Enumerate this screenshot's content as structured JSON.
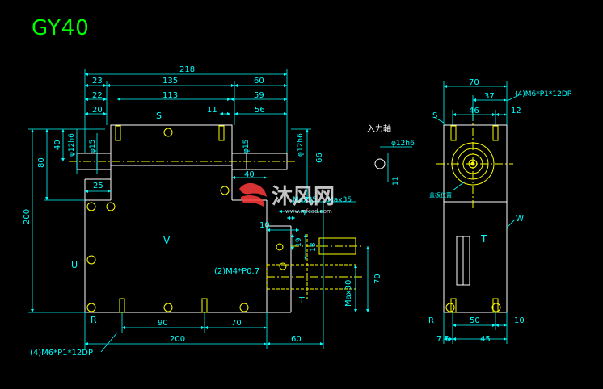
{
  "title": "GY40",
  "colors": {
    "background": "#000000",
    "outline": "#ffffff",
    "dimension": "#00ffff",
    "title": "#00ff00",
    "hidden": "#ffff00",
    "accent": "#ff3b3b",
    "watermark": "#e6e6e6"
  },
  "front_view": {
    "view_label": "V",
    "surface_u": "U",
    "surface_t": "T",
    "surface_r": "R",
    "surface_s": "S",
    "dims": {
      "overall_218": "218",
      "d23": "23",
      "d135": "135",
      "d60": "60",
      "d22": "22",
      "d113": "113",
      "d59": "59",
      "d20": "20",
      "d11": "11",
      "d56": "56",
      "phi12h6": "φ12h6",
      "phi15": "φ15",
      "phi15b": "φ15",
      "phi12h6b": "φ12h6",
      "d40_left": "40",
      "d80": "80",
      "d200_left": "200",
      "d25": "25",
      "d66": "66",
      "d40_low": "40",
      "max35a": "Max35",
      "max35b": "Max35",
      "d10": "10",
      "d5": "5",
      "d19": "19",
      "d18": "18",
      "screw_small": "(2)M4*P0.7",
      "max30": "Max30",
      "d70_vert": "70",
      "d90": "90",
      "d70": "70",
      "d200_bottom": "200",
      "d60_bottom": "60",
      "screw_bottom": "(4)M6*P1*12DP"
    }
  },
  "input_shaft": {
    "label": "入力軸",
    "phi12h6": "φ12h6",
    "d11": "11"
  },
  "side_view": {
    "surface_s": "S",
    "surface_t": "T",
    "surface_w": "W",
    "surface_r": "R",
    "note": "盖板位置",
    "dims": {
      "d70": "70",
      "d37": "37",
      "screw_top": "(4)M6*P1*12DP",
      "d46": "46",
      "d12": "12",
      "d50": "50",
      "d10": "10",
      "d7_5": "7.5",
      "d45": "45"
    }
  },
  "watermark": {
    "text": "沐风网",
    "url": "www.mfcad.com"
  }
}
